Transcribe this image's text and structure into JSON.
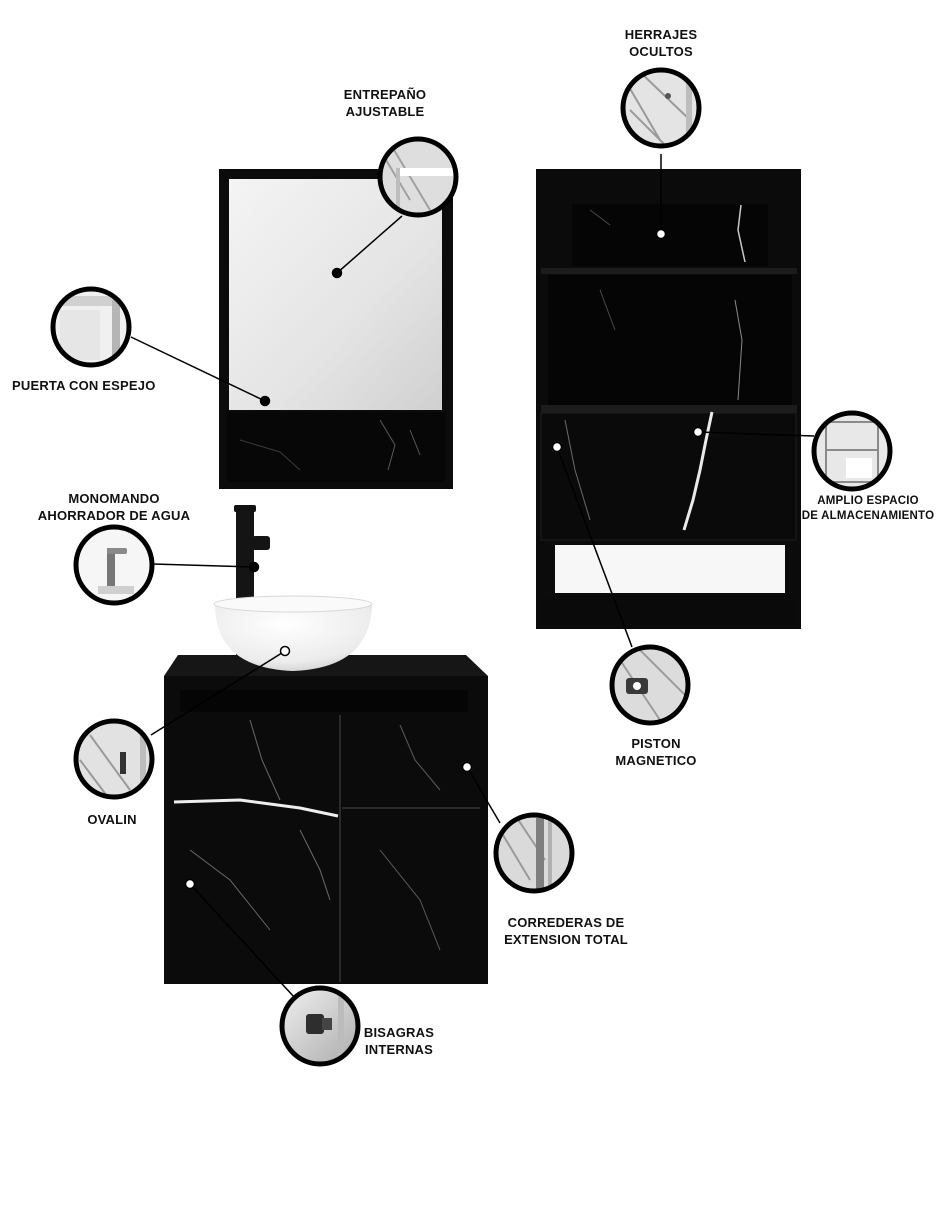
{
  "labels": {
    "herrajes": [
      "HERRAJES",
      "OCULTOS"
    ],
    "entrepano": [
      "ENTREPAÑO",
      "AJUSTABLE"
    ],
    "puerta": [
      "PUERTA CON ESPEJO"
    ],
    "monomando": [
      "MONOMANDO",
      "AHORRADOR DE AGUA"
    ],
    "amplio": [
      "AMPLIO ESPACIO",
      "DE ALMACENAMIENTO"
    ],
    "piston": [
      "PISTON",
      "MAGNETICO"
    ],
    "ovalin": [
      "OVALIN"
    ],
    "correderas": [
      "CORREDERAS DE",
      "EXTENSION TOTAL"
    ],
    "bisagras": [
      "BISAGRAS",
      "INTERNAS"
    ]
  },
  "icons": {
    "herrajes": "hidden-hardware-detail-icon",
    "entrepano": "adjustable-shelf-detail-icon",
    "puerta": "mirror-door-detail-icon",
    "monomando": "faucet-detail-icon",
    "amplio": "storage-space-detail-icon",
    "piston": "magnetic-piston-detail-icon",
    "ovalin": "basin-detail-icon",
    "correderas": "full-extension-slides-detail-icon",
    "bisagras": "internal-hinges-detail-icon"
  },
  "colors": {
    "marble_black": "#0c0c0c",
    "marble_vein": "#e8e8e8",
    "mirror": "#e6e6e6",
    "basin": "#f4f4f4",
    "callout_ring": "#000000"
  }
}
